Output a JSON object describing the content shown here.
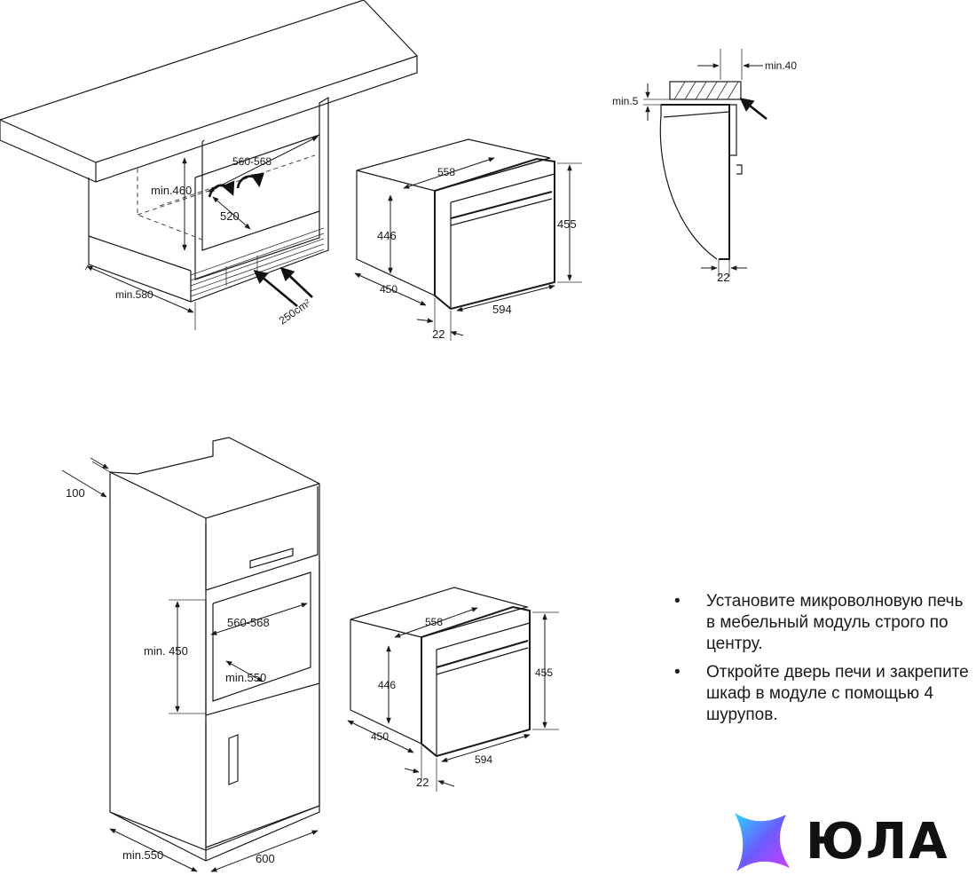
{
  "diagram1": {
    "d_560_568": "560-568",
    "d_min460": "min.460",
    "d_520": "520",
    "d_min580": "min.580",
    "d_250": "250cm²"
  },
  "oven1": {
    "d_558": "558",
    "d_446": "446",
    "d_455": "455",
    "d_450": "450",
    "d_594": "594",
    "d_22": "22"
  },
  "side": {
    "d_min40": "min.40",
    "d_min5": "min.5",
    "d_22": "22"
  },
  "column": {
    "d_100": "100",
    "d_560_568": "560-568",
    "d_min450": "min. 450",
    "d_min550_inner": "min.550",
    "d_min550": "min.550",
    "d_600": "600"
  },
  "oven2": {
    "d_558": "558",
    "d_446": "446",
    "d_455": "455",
    "d_450": "450",
    "d_594": "594",
    "d_22": "22"
  },
  "notes": [
    {
      "bullet": "•",
      "text": "Установите микроволновую печь в мебельный модуль строго по центру."
    },
    {
      "bullet": "•",
      "text": "Откройте дверь печи и закрепите шкаф в модуле с помощью 4 шурупов."
    }
  ],
  "logo": {
    "text": "ЮЛА",
    "colors": [
      "#2ad4ff",
      "#6b5bff",
      "#d23cff"
    ]
  }
}
